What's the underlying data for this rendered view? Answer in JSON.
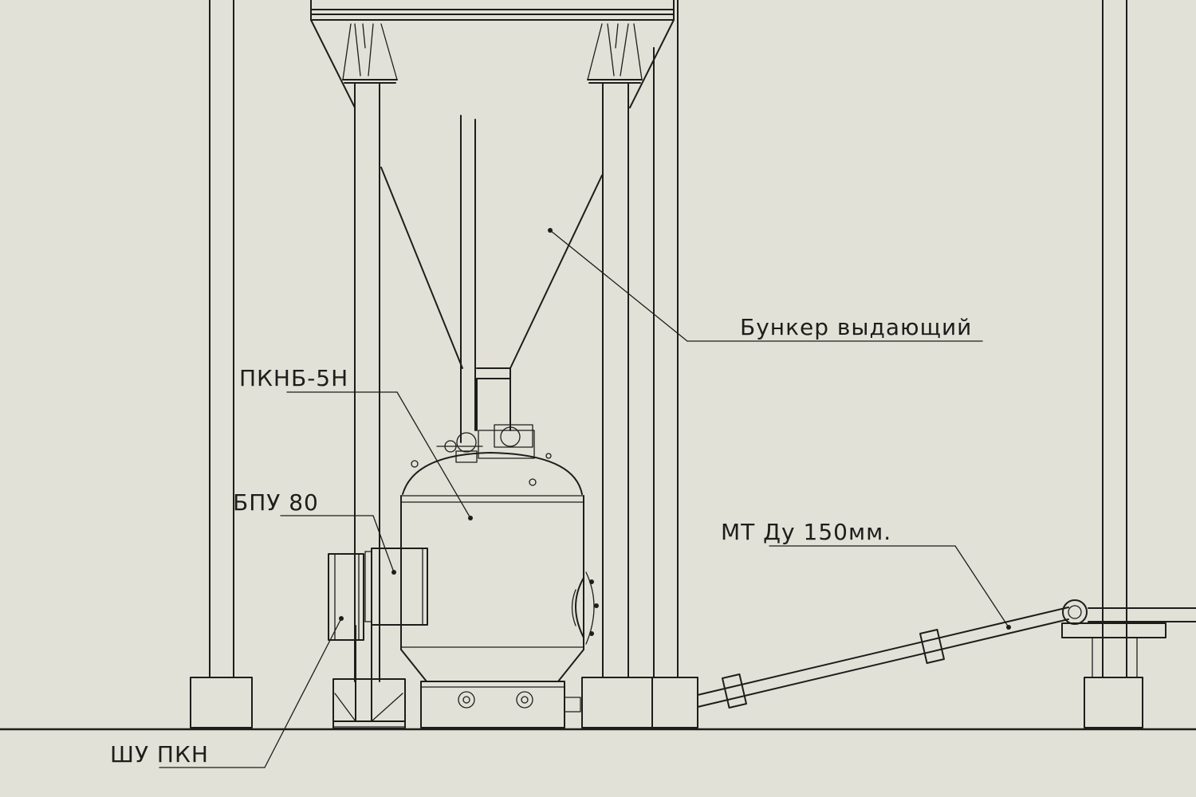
{
  "callouts": {
    "bunker": "Бункер выдающий",
    "pump": "ПКНБ-5Н",
    "control_block": "БПУ 80",
    "pipeline": "МТ Ду 150мм.",
    "control_cabinet": "ШУ ПКН"
  },
  "colors": {
    "background": "#e2e1d7",
    "line": "#1d1d1b"
  }
}
